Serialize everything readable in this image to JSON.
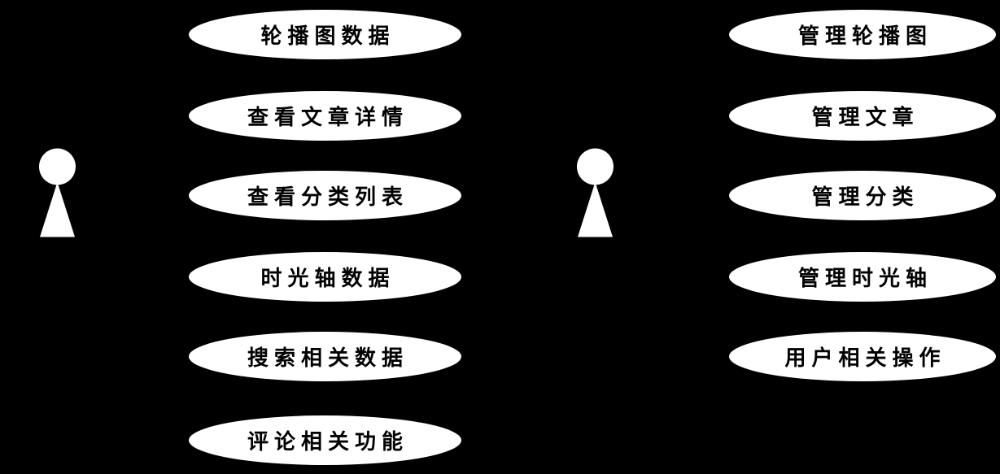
{
  "diagram": {
    "type": "uml-use-case",
    "colors": {
      "background": "#000000",
      "shape_fill": "#ffffff",
      "text": "#000000"
    },
    "actors": [
      {
        "id": "actor-left",
        "icon": "person-actor-icon"
      },
      {
        "id": "actor-right",
        "icon": "person-actor-icon"
      }
    ],
    "left_use_cases": [
      "轮播图数据",
      "查看文章详情",
      "查看分类列表",
      "时光轴数据",
      "搜索相关数据",
      "评论相关功能"
    ],
    "right_use_cases": [
      "管理轮播图",
      "管理文章",
      "管理分类",
      "管理时光轴",
      "用户相关操作"
    ]
  }
}
